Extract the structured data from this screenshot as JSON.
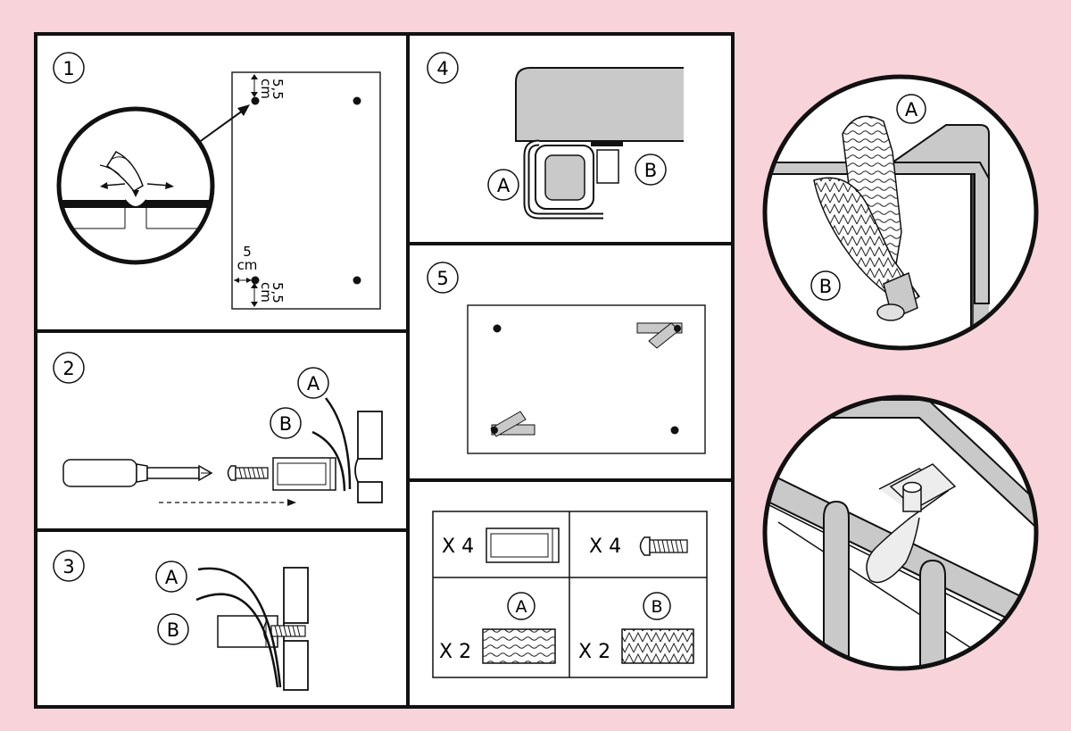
{
  "panels": {
    "p1": {
      "step": "1",
      "dim_top": "5,5",
      "dim_top_unit": "cm",
      "dim_left": "5",
      "dim_left_unit": "cm",
      "dim_bottom": "5,5",
      "dim_bottom_unit": "cm"
    },
    "p2": {
      "step": "2",
      "label_a": "A",
      "label_b": "B"
    },
    "p3": {
      "step": "3",
      "label_a": "A",
      "label_b": "B"
    },
    "p4": {
      "step": "4",
      "label_a": "A",
      "label_b": "B"
    },
    "p5": {
      "step": "5"
    }
  },
  "parts": {
    "sleeves": {
      "qty": "X 4"
    },
    "screws": {
      "qty": "X 4"
    },
    "strap_a": {
      "qty": "X 2",
      "label": "A"
    },
    "strap_b": {
      "qty": "X 2",
      "label": "B"
    }
  },
  "detail_top": {
    "label_a": "A",
    "label_b": "B"
  }
}
